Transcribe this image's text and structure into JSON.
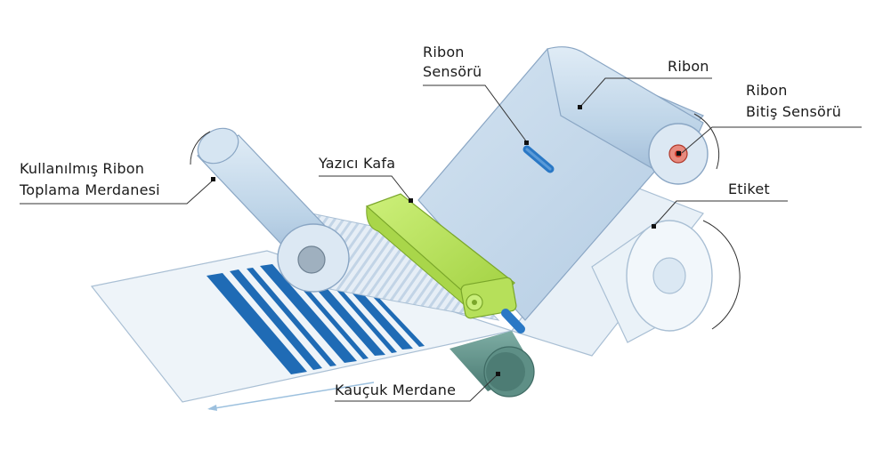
{
  "labels": {
    "ribbon_sensor": [
      "Ribon",
      "Sensörü"
    ],
    "ribbon": "Ribon",
    "ribbon_end_sensor": [
      "Ribon",
      "Bitiş Sensörü"
    ],
    "used_ribbon_roller": [
      "Kullanılmış Ribon",
      "Toplama Merdanesi"
    ],
    "print_head": "Yazıcı Kafa",
    "label": "Etiket",
    "rubber_roller": "Kauçuk Merdane"
  },
  "colors": {
    "ribbon_fill": "#c5d9ea",
    "ribbon_edge": "#8aa6c4",
    "label_fill": "#eaf2f8",
    "print_head": "#b6e05a",
    "print_head_dark": "#8fbf34",
    "rubber_roller": "#5e8f86",
    "barcode": "#1f6bb5",
    "sensor_blue": "#2a78c5",
    "sensor_red": "#d23a2a"
  }
}
